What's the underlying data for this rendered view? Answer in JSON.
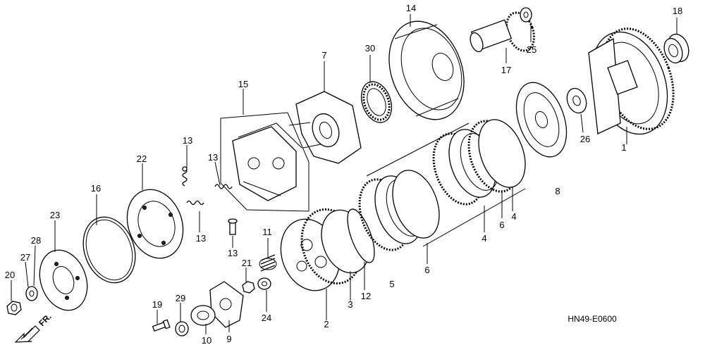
{
  "diagram": {
    "code": "HN49-E0600",
    "direction_label": "FR."
  },
  "parts": [
    {
      "number": "1"
    },
    {
      "number": "2"
    },
    {
      "number": "3"
    },
    {
      "number": "4"
    },
    {
      "number": "4"
    },
    {
      "number": "5"
    },
    {
      "number": "6"
    },
    {
      "number": "6"
    },
    {
      "number": "7"
    },
    {
      "number": "8"
    },
    {
      "number": "9"
    },
    {
      "number": "10"
    },
    {
      "number": "11"
    },
    {
      "number": "12"
    },
    {
      "number": "13"
    },
    {
      "number": "13"
    },
    {
      "number": "13"
    },
    {
      "number": "13"
    },
    {
      "number": "14"
    },
    {
      "number": "15"
    },
    {
      "number": "16"
    },
    {
      "number": "17"
    },
    {
      "number": "18"
    },
    {
      "number": "19"
    },
    {
      "number": "20"
    },
    {
      "number": "21"
    },
    {
      "number": "22"
    },
    {
      "number": "23"
    },
    {
      "number": "24"
    },
    {
      "number": "25"
    },
    {
      "number": "26"
    },
    {
      "number": "27"
    },
    {
      "number": "28"
    },
    {
      "number": "29"
    },
    {
      "number": "30"
    }
  ]
}
